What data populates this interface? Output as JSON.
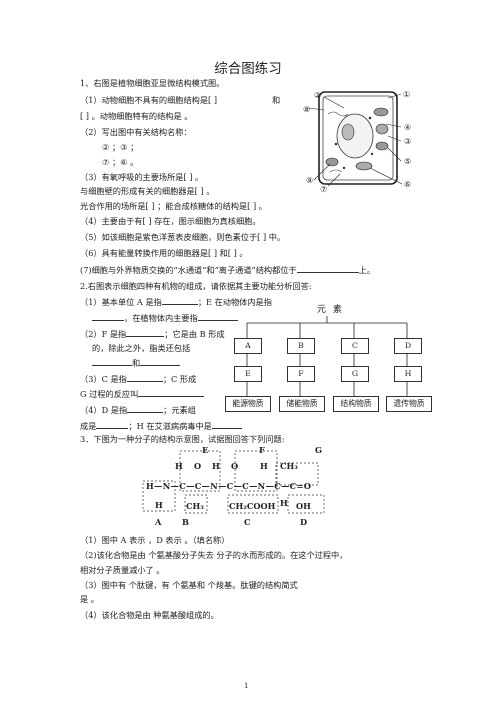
{
  "title": "综合图练习",
  "q1": {
    "intro": "1、右图是植物细胞亚显微结构模式图。",
    "l1a": "（1）动物细胞不具有的细胞结构是[    ]",
    "l1b": "和",
    "l2": "[    ]              。动物细胞特有的结构是              。",
    "l3": "（2）写出图中有关结构名称：",
    "l4": "②                    ；③                    ；",
    "l5": "⑦                    ；⑥                    。",
    "l6": "（3）有氧呼吸的主要场所是[    ]              。",
    "l7": "与细胞壁的形成有关的细胞器是[    ]              。",
    "l8": "光合作用的场所是[    ]              ；能合成核糖体的结构是[    ]              。",
    "l9": "（4）主要由于有[    ]              存在，图示细胞为真核细胞。",
    "l10": "（5）如该细胞是紫色洋葱表皮细胞，则色素位于[    ]              中。",
    "l11": "（6）具有能量转换作用的细胞器是[    ]                  和[    ]              。",
    "l12": "(7)细胞与外界物质交换的“水通道”和“离子通道”结构都位于",
    "l12b": "上。"
  },
  "cell_labels": [
    "②",
    "①",
    "⑧",
    "④",
    "③",
    "⑤",
    "⑨",
    "⑦",
    "⑥"
  ],
  "q2": {
    "intro": "2.右图表示细胞四种有机物的组成，请依据其主要功能分析回答:",
    "a1": "（1）基本单位 A 是指",
    "a1b": "；E 在动物体内是指",
    "a2": "，在植物体内主要指",
    "a3": "（2）F 是指",
    "a3b": "；它是由 B 形成",
    "a4": "的，除此之外，脂类还包括",
    "a5": "和",
    "a6": "（3）C 是指",
    "a6b": "；C 形成",
    "a7": "G 过程的反应叫",
    "a8": "（4）D 是指",
    "a8b": "；元素组",
    "a9": "成是",
    "a9b": "；H 在艾滋病病毒中是",
    "elements": "元 素",
    "row1": [
      "A",
      "B",
      "C",
      "D"
    ],
    "row2": [
      "E",
      "F",
      "G",
      "H"
    ],
    "row3": [
      "能源物质",
      "储能物质",
      "结构物质",
      "遗传物质"
    ]
  },
  "q3": {
    "intro": "3．下图为一种分子的结构示意图，试据图回答下列问题:",
    "topE": "E",
    "topF": "F",
    "topG": "G",
    "h1": "H",
    "o1": "O",
    "h2": "H",
    "o2": "O",
    "h3": "H",
    "ch3a": "CH₃",
    "chain": "H—N—C—C—N—C—C—N—C—C=O",
    "hbottom": "H",
    "ch3b": "CH₃",
    "ch2cooh": "CH₂COOH",
    "h4": "H",
    "oh": "OH",
    "lA": "A",
    "lB": "B",
    "lC": "C",
    "lD": "D",
    "p1": "（1）图中 A 表示              ，D 表示              。（填名称）",
    "p2": "（2)该化合物是由          个氨基酸分子失去          分子的水而形成的。在这个过程中，",
    "p3": "相对分子质量减小了              。",
    "p4": "（3）图中有          个肽键，有          个氨基和          个羧基。肽键的结构简式",
    "p5": "是                    。",
    "p6": "（4）该化合物是由                    种氨基酸组成的。"
  },
  "page_number": "1"
}
